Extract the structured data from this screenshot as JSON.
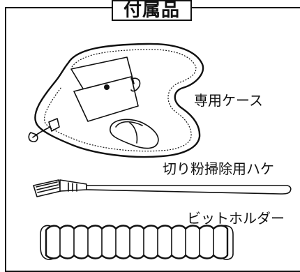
{
  "title": "付属品",
  "items": [
    {
      "label": "専用ケース"
    },
    {
      "label": "切り粉掃除用ハケ"
    },
    {
      "label": "ビットホルダー"
    }
  ]
}
